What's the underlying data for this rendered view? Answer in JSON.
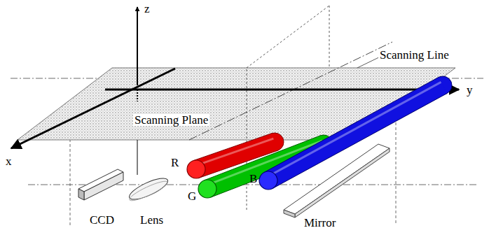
{
  "diagram": {
    "labels": [
      "z",
      "y",
      "x",
      "Scanning Line",
      "Scanning Plane",
      "R",
      "G",
      "B",
      "CCD",
      "Lens",
      "Mirror"
    ]
  }
}
